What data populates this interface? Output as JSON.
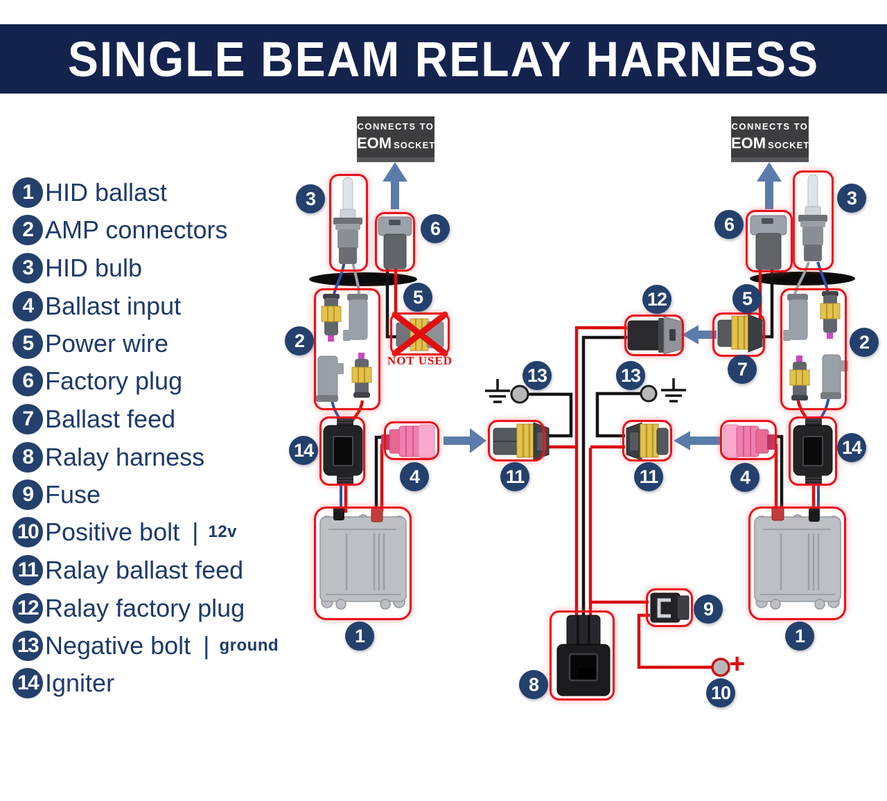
{
  "title": "SINGLE BEAM RELAY HARNESS",
  "colors": {
    "navy-header": "#14234e",
    "badge-navy": "#24406d",
    "legend-text": "#1d3a6a",
    "outline-red": "#e8111a",
    "wire-red": "#d80f0f",
    "wire-black": "#141414",
    "wire-blue": "#2b4fa8",
    "arrow-blue": "#5b7cab",
    "eom-bg": "#3d3d3f",
    "notused-red": "#e01010",
    "connector-yellow": "#e3c24b",
    "connector-pink": "#ee7fae"
  },
  "legend": {
    "items": [
      {
        "num": "1",
        "label": "HID ballast"
      },
      {
        "num": "2",
        "label": "AMP connectors"
      },
      {
        "num": "3",
        "label": "HID bulb"
      },
      {
        "num": "4",
        "label": "Ballast input"
      },
      {
        "num": "5",
        "label": "Power wire"
      },
      {
        "num": "6",
        "label": "Factory plug"
      },
      {
        "num": "7",
        "label": "Ballast feed"
      },
      {
        "num": "8",
        "label": "Ralay harness"
      },
      {
        "num": "9",
        "label": "Fuse"
      },
      {
        "num": "10",
        "label": "Positive bolt",
        "sep": "|",
        "suffix": "12v"
      },
      {
        "num": "11",
        "label": "Ralay ballast feed"
      },
      {
        "num": "12",
        "label": "Ralay factory plug"
      },
      {
        "num": "13",
        "label": "Negative bolt",
        "sep": "|",
        "suffix": "ground"
      },
      {
        "num": "14",
        "label": "Igniter"
      }
    ]
  },
  "diagram": {
    "eom": {
      "line1": "CONNECTS TO",
      "brand": "EOM",
      "rest": "SOCKET"
    },
    "not_used": "NOT USED",
    "positive_sign": "+",
    "badges": {
      "left_bulb": "3",
      "left_plug": "6",
      "left_power": "5",
      "left_amp": "2",
      "left_igniter": "14",
      "left_input": "4",
      "left_ballast": "1",
      "relay_plug": "12",
      "ground_left": "13",
      "ground_right": "13",
      "feed_left": "11",
      "feed_right": "11",
      "relay": "8",
      "fuse": "9",
      "positive": "10",
      "right_plug": "6",
      "right_bulb": "3",
      "right_power": "5",
      "right_feed": "7",
      "right_amp": "2",
      "right_input": "4",
      "right_igniter": "14",
      "right_ballast": "1"
    }
  }
}
